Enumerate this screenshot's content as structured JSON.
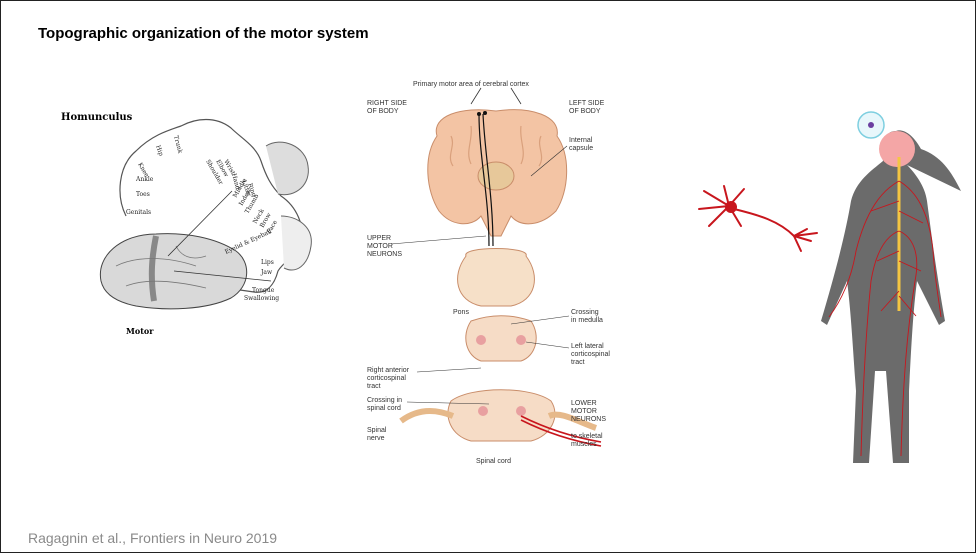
{
  "slide": {
    "title": "Topographic organization of the motor system",
    "citation": "Ragagnin et al., Frontiers in Neuro 2019"
  },
  "homunculus": {
    "heading": "Homunculus",
    "caption": "Motor",
    "parts": [
      "Hip",
      "Trunk",
      "Knee",
      "Shoulder",
      "Elbow",
      "Wrist",
      "Ankle",
      "Toes",
      "Hand",
      "Little",
      "Ring",
      "Middle",
      "Index",
      "Thumb",
      "Genitals",
      "Neck",
      "Brow",
      "Eyelid & Eyeball",
      "Face",
      "Lips",
      "Jaw",
      "Tongue",
      "Swallowing"
    ]
  },
  "pathway": {
    "top_label": "Primary motor area of cerebral cortex",
    "right_side": [
      "RIGHT SIDE",
      "OF BODY"
    ],
    "left_side": [
      "LEFT SIDE",
      "OF BODY"
    ],
    "internal_capsule": [
      "Internal",
      "capsule"
    ],
    "upper_motor": [
      "UPPER",
      "MOTOR",
      "NEURONS"
    ],
    "pons": "Pons",
    "crossing_medulla": [
      "Crossing",
      "in medulla"
    ],
    "left_lateral": [
      "Left lateral",
      "corticospinal",
      "tract"
    ],
    "right_anterior": [
      "Right anterior",
      "corticospinal",
      "tract"
    ],
    "crossing_spinal": [
      "Crossing in",
      "spinal cord"
    ],
    "lower_motor": [
      "LOWER",
      "MOTOR",
      "NEURONS"
    ],
    "spinal_nerve": [
      "Spinal",
      "nerve"
    ],
    "skeletal": [
      "to skeletal",
      "muscles"
    ],
    "spinal_cord": "Spinal cord"
  },
  "colors": {
    "brain": "#f3c4a4",
    "nerve_red": "#c8161d",
    "spinal_yellow": "#f4c542",
    "body": "#6b6b6b"
  }
}
